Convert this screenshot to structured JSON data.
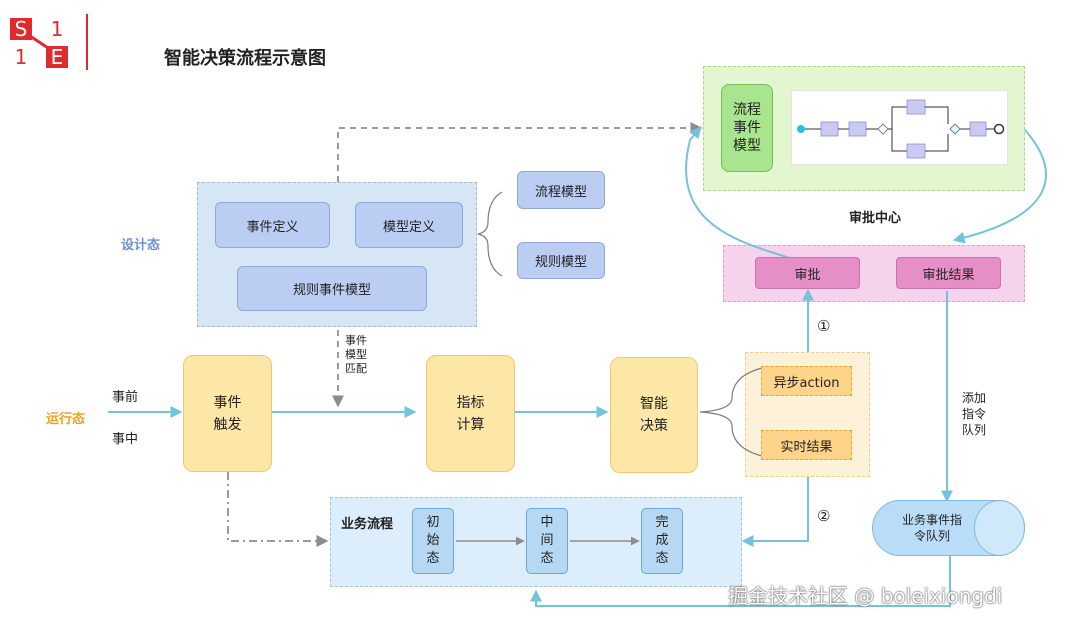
{
  "logo": {
    "c1": "S",
    "c2": "1",
    "c3": "1",
    "c4": "E"
  },
  "title": "智能决策流程示意图",
  "zones": {
    "design": "设计态",
    "runtime": "运行态",
    "approval_center": "审批中心",
    "business_flow": "业务流程"
  },
  "design": {
    "event_def": "事件定义",
    "model_def": "模型定义",
    "rule_event_model": "规则事件模型",
    "flow_model": "流程模型",
    "rule_model": "规则模型"
  },
  "runtime": {
    "before": "事前",
    "during": "事中",
    "event_trigger": [
      "事件",
      "触发"
    ],
    "indicator_calc": [
      "指标",
      "计算"
    ],
    "smart_decision": [
      "智能",
      "决策"
    ],
    "async_action": "异步action",
    "realtime_result": "实时结果",
    "model_match_note": [
      "事件",
      "模型",
      "匹配"
    ]
  },
  "approval": {
    "flow_event_model": [
      "流程",
      "事件",
      "模型"
    ],
    "approve": "审批",
    "approve_result": "审批结果",
    "add_queue_note": [
      "添加",
      "指令",
      "队列"
    ],
    "queue": [
      "业务事件指",
      "令队列"
    ],
    "step1": "①",
    "step2": "②"
  },
  "business": {
    "initial": [
      "初",
      "始",
      "态"
    ],
    "middle": [
      "中",
      "间",
      "态"
    ],
    "complete": [
      "完",
      "成",
      "态"
    ]
  },
  "watermark": "掘金技术社区 @ boleixiongdi",
  "colors": {
    "logo_red": "#e02b2f",
    "arrow_blue": "#74c2dc",
    "arrow_gray": "#9a9a9a",
    "zone_label_blue": "#6b8fd6",
    "zone_label_orange": "#f0a020"
  }
}
